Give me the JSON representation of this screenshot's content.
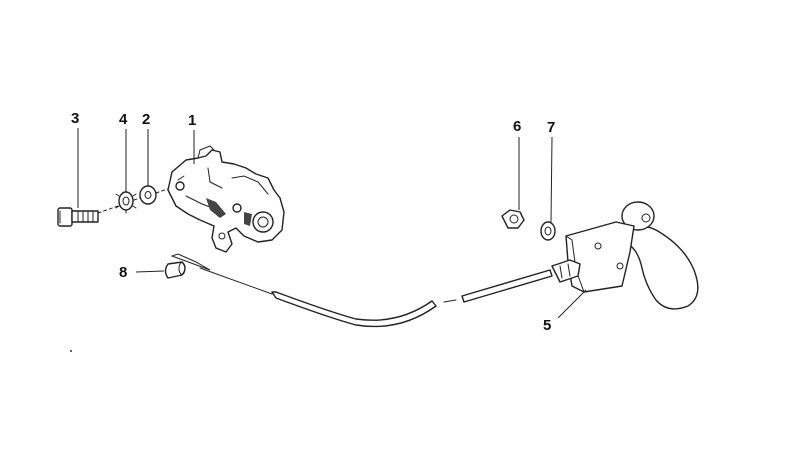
{
  "diagram": {
    "callouts": [
      {
        "id": "c1",
        "label": "1"
      },
      {
        "id": "c2",
        "label": "2"
      },
      {
        "id": "c3",
        "label": "3"
      },
      {
        "id": "c4",
        "label": "4"
      },
      {
        "id": "c5",
        "label": "5"
      },
      {
        "id": "c6",
        "label": "6"
      },
      {
        "id": "c7",
        "label": "7"
      },
      {
        "id": "c8",
        "label": "8"
      }
    ]
  }
}
